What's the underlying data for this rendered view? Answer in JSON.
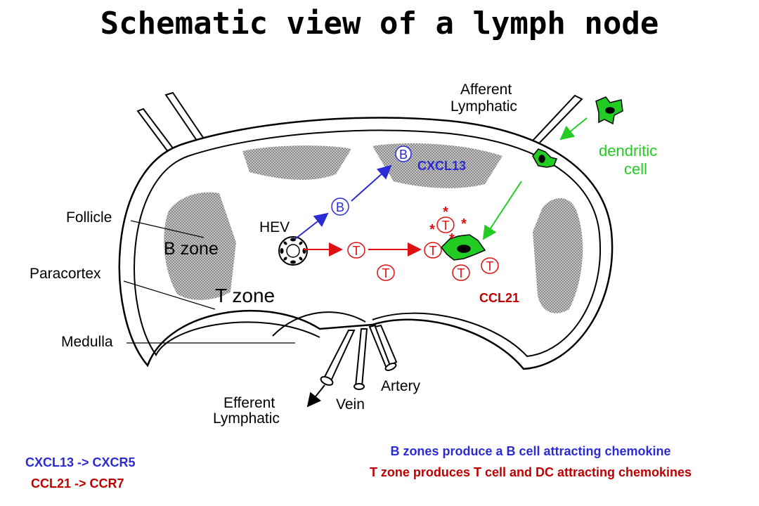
{
  "title": "Schematic view of a lymph node",
  "labels": {
    "afferent": [
      "Afferent",
      "Lymphatic"
    ],
    "dendritic": [
      "dendritic",
      "cell"
    ],
    "follicle": "Follicle",
    "bzone": "B zone",
    "paracortex": "Paracortex",
    "tzone": "T zone",
    "medulla": "Medulla",
    "hev": "HEV",
    "cxcl13": "CXCL13",
    "ccl21": "CCL21",
    "artery": "Artery",
    "vein": "Vein",
    "efferent": [
      "Efferent",
      "Lymphatic"
    ],
    "b_cell": "B",
    "t_cell": "T",
    "star": "*"
  },
  "footer": {
    "left1": "CXCL13 -> CXCR5",
    "left2": "CCL21 -> CCR7",
    "right1": "B zones produce a B cell attracting chemokine",
    "right2": "T zone produces T cell and DC attracting chemokines"
  },
  "colors": {
    "blue": "#2b2bd6",
    "red": "#e01010",
    "green": "#22cc22",
    "darkred": "#c00000",
    "gray": "#a8a8a8"
  }
}
